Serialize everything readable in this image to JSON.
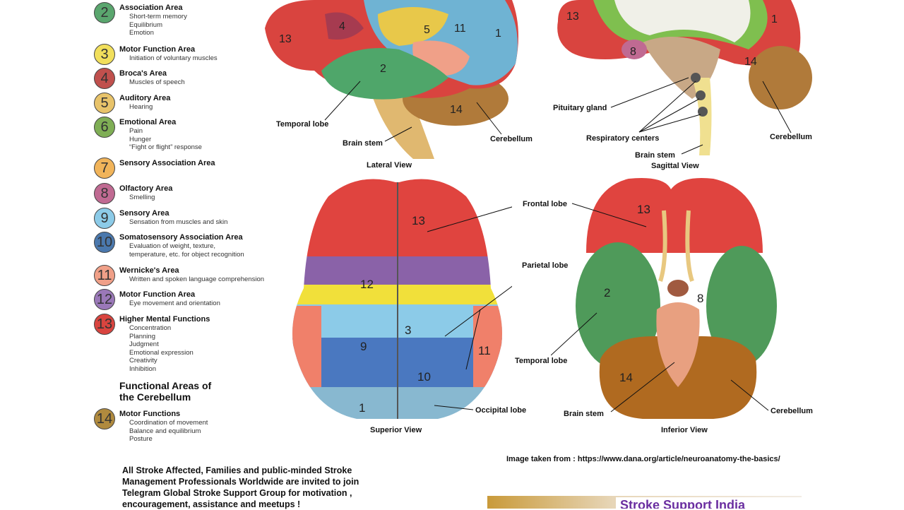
{
  "legend": [
    {
      "num": "2",
      "title": "Association Area",
      "details": [
        "Short-term memory",
        "Equilibrium",
        "Emotion"
      ],
      "color": "#5aa66e"
    },
    {
      "num": "3",
      "title": "Motor Function Area",
      "details": [
        "Initiation of voluntary muscles"
      ],
      "color": "#f1df5c"
    },
    {
      "num": "4",
      "title": "Broca's Area",
      "details": [
        "Muscles of speech"
      ],
      "color": "#c0504d"
    },
    {
      "num": "5",
      "title": "Auditory Area",
      "details": [
        "Hearing"
      ],
      "color": "#e8c36a"
    },
    {
      "num": "6",
      "title": "Emotional Area",
      "details": [
        "Pain",
        "Hunger",
        "“Fight or flight” response"
      ],
      "color": "#7fae55"
    },
    {
      "num": "7",
      "title": "Sensory Association Area",
      "details": [],
      "color": "#f1b45a"
    },
    {
      "num": "8",
      "title": "Olfactory Area",
      "details": [
        "Smelling"
      ],
      "color": "#c06a92"
    },
    {
      "num": "9",
      "title": "Sensory Area",
      "details": [
        "Sensation from muscles and skin"
      ],
      "color": "#8ccbe8"
    },
    {
      "num": "10",
      "title": "Somatosensory Association Area",
      "details": [
        "Evaluation of weight, texture,",
        "temperature, etc. for object recognition"
      ],
      "color": "#4a78ad"
    },
    {
      "num": "11",
      "title": "Wernicke's Area",
      "details": [
        "Written and spoken language comprehension"
      ],
      "color": "#f0a088"
    },
    {
      "num": "12",
      "title": "Motor Function Area",
      "details": [
        "Eye movement and orientation"
      ],
      "color": "#9a78b8"
    },
    {
      "num": "13",
      "title": "Higher Mental Functions",
      "details": [
        "Concentration",
        "Planning",
        "Judgment",
        "Emotional expression",
        "Creativity",
        "Inhibition"
      ],
      "color": "#d9443f"
    }
  ],
  "cerebellum_heading": "Functional Areas of the Cerebellum",
  "cerebellum_item": {
    "num": "14",
    "title": "Motor Functions",
    "details": [
      "Coordination of movement",
      "Balance and equilibrium",
      "Posture"
    ],
    "color": "#b08a3e"
  },
  "lateral": {
    "view": "Lateral View",
    "labels": {
      "temporal": "Temporal lobe",
      "stem": "Brain stem",
      "cerebellum": "Cerebellum"
    }
  },
  "sagittal": {
    "view": "Sagittal View",
    "labels": {
      "pituitary": "Pituitary gland",
      "respiratory": "Respiratory centers",
      "stem": "Brain stem",
      "cerebellum": "Cerebellum"
    }
  },
  "superior": {
    "view": "Superior View",
    "labels": {
      "frontal": "Frontal lobe",
      "parietal": "Parietal lobe",
      "occipital": "Occipital lobe"
    }
  },
  "inferior": {
    "view": "Inferior View",
    "labels": {
      "temporal": "Temporal lobe",
      "stem": "Brain stem",
      "cerebellum": "Cerebellum"
    }
  },
  "footer": {
    "invite": "All Stroke Affected, Families and public-minded Stroke Management Professionals Worldwide are invited to join Telegram Global Stroke Support Group for motivation , encouragement, assistance and meetups !",
    "source": "Image taken from : https://www.dana.org/article/neuroanatomy-the-basics/",
    "banner": "Stroke Support India"
  }
}
